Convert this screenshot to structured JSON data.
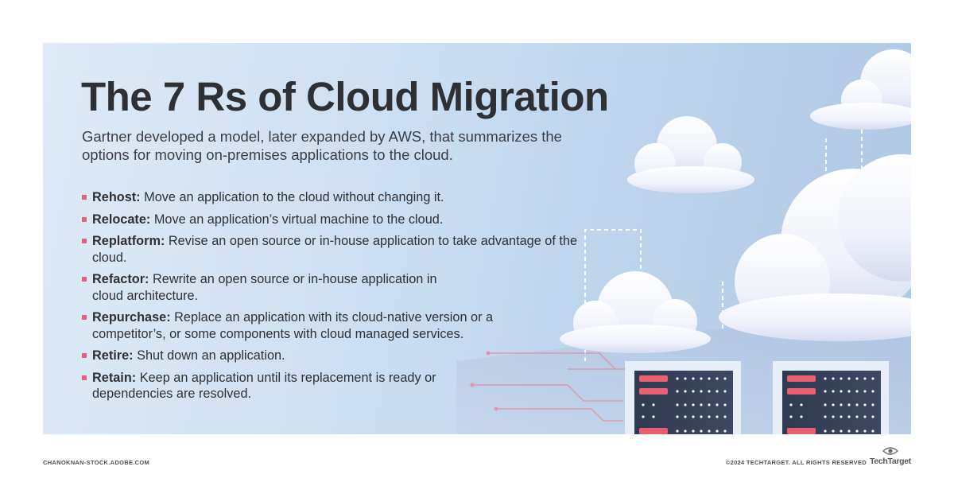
{
  "infographic": {
    "title": "The 7 Rs of Cloud Migration",
    "subtitle": "Gartner developed a model, later expanded by AWS, that summarizes the options for moving on-premises applications to the cloud.",
    "items": [
      {
        "term": "Rehost:",
        "text": "Move an application to the cloud without changing it."
      },
      {
        "term": "Relocate:",
        "text": "Move an application’s virtual machine to the cloud."
      },
      {
        "term": "Replatform:",
        "text": "Revise an open source or in-house application to take advantage of the cloud."
      },
      {
        "term": "Refactor:",
        "text": "Rewrite an open source or in-house application in cloud architecture."
      },
      {
        "term": "Repurchase:",
        "text": "Replace an application with its cloud-native version or a competitor’s, or some components with cloud managed services."
      },
      {
        "term": "Retire:",
        "text": "Shut down an application."
      },
      {
        "term": "Retain:",
        "text": "Keep an application until its replacement is ready or dependencies are resolved."
      }
    ]
  },
  "footer": {
    "image_credit": "CHANOKNAN-STOCK.ADOBE.COM",
    "copyright": "©2024 TECHTARGET. ALL RIGHTS RESERVED",
    "logo_text": "TechTarget"
  },
  "colors": {
    "bullet": "#e0637b",
    "title": "#2f3034",
    "panel_background": "#c8dbf0"
  },
  "icons": {
    "logo_mark": "eye-icon"
  }
}
